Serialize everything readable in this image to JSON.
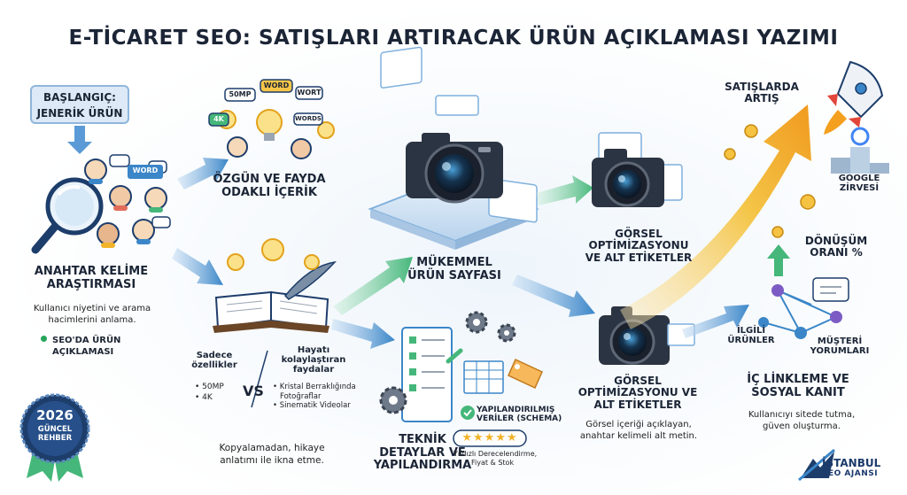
{
  "title": "E-TİCARET SEO: SATIŞLARI ARTIRACAK ÜRÜN AÇIKLAMASI YAZIMI",
  "start": {
    "line1": "BAŞLANGIÇ:",
    "line2": "JENERİK ÜRÜN"
  },
  "search_bubble": "WORD",
  "keyword_research": {
    "line1": "ANAHTAR KELİME",
    "line2": "ARAŞTIRMASI",
    "desc1": "Kullanıcı niyetini ve arama",
    "desc2": "hacimlerini anlama.",
    "bullet1": "SEO'DA ÜRÜN",
    "bullet2": "AÇIKLAMASI"
  },
  "bubbles": {
    "b1": "50MP",
    "b2": "WORD",
    "b3": "WORT",
    "b4": "4K",
    "b5": "WORDS"
  },
  "original_content": {
    "line1": "ÖZGÜN VE FAYDA",
    "line2": "ODAKLI İÇERİK"
  },
  "features": {
    "h1": "Sadece",
    "h2": "özellikler",
    "item1": "50MP",
    "item2": "4K",
    "vs": "VS",
    "b_h1": "Hayatı",
    "b_h2": "kolaylaştıran",
    "b_h3": "faydalar",
    "b1a": "Kristal Berraklığında",
    "b1b": "Fotoğraflar",
    "b2": "Sinematik Videolar"
  },
  "story": {
    "line1": "Kopyalamadan, hikaye",
    "line2": "anlatımı ile ikna etme."
  },
  "badge": {
    "year": "2026",
    "line1": "GÜNCEL",
    "line2": "REHBER"
  },
  "perfect_page": {
    "line1": "MÜKEMMEL",
    "line2": "ÜRÜN SAYFASI"
  },
  "tech": {
    "line1": "TEKNİK",
    "line2": "DETAYLAR VE",
    "line3": "YAPILANDIRMA"
  },
  "schema": {
    "line1": "YAPILANDIRILMIŞ",
    "line2": "VERİLER (SCHEMA)",
    "desc1": "Yıldızlı Derecelendirme,",
    "desc2": "Fiyat & Stok"
  },
  "visual_top": {
    "line1": "GÖRSEL",
    "line2": "OPTİMİZASYONU",
    "line3": "VE  ALT ETİKETLER"
  },
  "visual_bottom": {
    "line1": "GÖRSEL",
    "line2": "OPTİMİZASYONU VE",
    "line3": "ALT ETİKETLER",
    "desc1": "Görsel içeriği açıklayan,",
    "desc2": "anahtar kelimeli alt metin."
  },
  "sales": {
    "line1": "SATIŞLARDA",
    "line2": "ARTIŞ"
  },
  "google": {
    "line1": "GOOGLE",
    "line2": "ZİRVESİ"
  },
  "conversion": {
    "line1": "DÖNÜŞÜM",
    "line2": "ORANI %"
  },
  "related": {
    "line1": "İLGİLİ",
    "line2": "ÜRÜNLER"
  },
  "reviews": {
    "line1": "MÜŞTERİ",
    "line2": "YORUMLARI"
  },
  "linking": {
    "line1": "İÇ LİNKLEME VE",
    "line2": "SOSYAL KANIT",
    "desc1": "Kullanıcıyı sitede tutma,",
    "desc2": "güven oluşturma."
  },
  "logo": {
    "line1": "İSTANBUL",
    "line2": "SEO AJANSI"
  },
  "colors": {
    "accent_blue": "#3a86c8",
    "accent_green": "#5cc28b",
    "growth_yellow": "#f2b32a",
    "dark_navy": "#1d3d6b"
  }
}
